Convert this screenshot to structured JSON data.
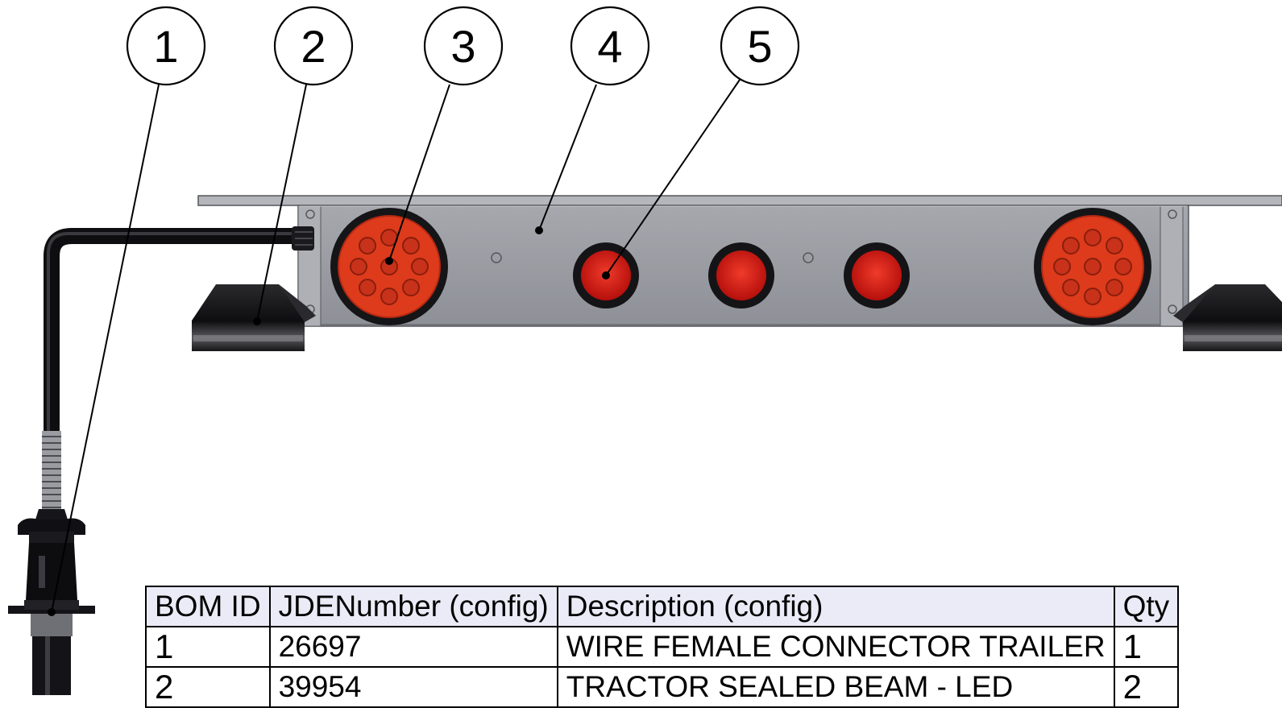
{
  "balloons": [
    "1",
    "2",
    "3",
    "4",
    "5"
  ],
  "bom": {
    "headers": [
      "BOM ID",
      "JDENumber (config)",
      "Description (config)",
      "Qty"
    ],
    "rows": [
      {
        "id": "1",
        "jde": "26697",
        "desc": "WIRE FEMALE CONNECTOR TRAILER",
        "qty": "1"
      },
      {
        "id": "2",
        "jde": "39954",
        "desc": "TRACTOR SEALED BEAM - LED",
        "qty": "2"
      }
    ]
  },
  "colors": {
    "bar_body": "#9ea0a6",
    "bar_flange": "#b4b6bb",
    "lamp_red": "#dd3b1c",
    "marker_red": "#d81a14",
    "rubber_black": "#1c1c1e",
    "table_header_fill": "#ebebf7"
  },
  "icons": [
    "trailer-connector-plug-icon",
    "sealed-beam-lamp-icon",
    "stop-tail-lamp-icon",
    "marker-lamp-icon"
  ]
}
